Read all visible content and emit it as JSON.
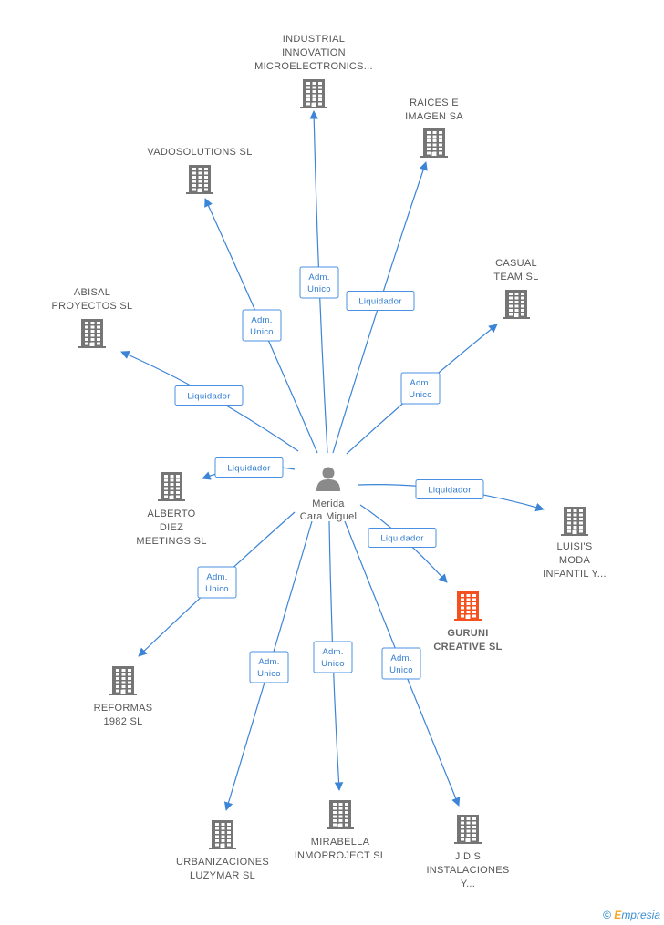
{
  "center": {
    "id": "merida",
    "label_lines": [
      "Merida",
      "Cara Miguel"
    ]
  },
  "nodes": [
    {
      "id": "industrial",
      "label_lines": [
        "INDUSTRIAL",
        "INNOVATION",
        "MICROELECTRONICS..."
      ],
      "highlight": false
    },
    {
      "id": "raices",
      "label_lines": [
        "RAICES E",
        "IMAGEN SA"
      ],
      "highlight": false
    },
    {
      "id": "vadosolutions",
      "label_lines": [
        "VADOSOLUTIONS SL"
      ],
      "highlight": false
    },
    {
      "id": "casual",
      "label_lines": [
        "CASUAL",
        "TEAM SL"
      ],
      "highlight": false
    },
    {
      "id": "abisal",
      "label_lines": [
        "ABISAL",
        "PROYECTOS SL"
      ],
      "highlight": false
    },
    {
      "id": "alberto",
      "label_lines": [
        "ALBERTO",
        "DIEZ",
        "MEETINGS SL"
      ],
      "highlight": false
    },
    {
      "id": "luisis",
      "label_lines": [
        "LUISI'S",
        "MODA",
        "INFANTIL Y..."
      ],
      "highlight": false
    },
    {
      "id": "guruni",
      "label_lines": [
        "GURUNI",
        "CREATIVE SL"
      ],
      "highlight": true
    },
    {
      "id": "reformas",
      "label_lines": [
        "REFORMAS",
        "1982  SL"
      ],
      "highlight": false
    },
    {
      "id": "urbanizaciones",
      "label_lines": [
        "URBANIZACIONES",
        "LUZYMAR SL"
      ],
      "highlight": false
    },
    {
      "id": "mirabella",
      "label_lines": [
        "MIRABELLA",
        "INMOPROJECT SL"
      ],
      "highlight": false
    },
    {
      "id": "jds",
      "label_lines": [
        "J D S",
        "INSTALACIONES",
        "Y..."
      ],
      "highlight": false
    }
  ],
  "edges": [
    {
      "to": "industrial",
      "label_lines": [
        "Adm.",
        "Unico"
      ]
    },
    {
      "to": "raices",
      "label_lines": [
        "Liquidador"
      ]
    },
    {
      "to": "vadosolutions",
      "label_lines": [
        "Adm.",
        "Unico"
      ]
    },
    {
      "to": "casual",
      "label_lines": [
        "Adm.",
        "Unico"
      ]
    },
    {
      "to": "abisal",
      "label_lines": [
        "Liquidador"
      ]
    },
    {
      "to": "alberto",
      "label_lines": [
        "Liquidador"
      ]
    },
    {
      "to": "luisis",
      "label_lines": [
        "Liquidador"
      ]
    },
    {
      "to": "guruni",
      "label_lines": [
        "Liquidador"
      ]
    },
    {
      "to": "reformas",
      "label_lines": [
        "Adm.",
        "Unico"
      ]
    },
    {
      "to": "urbanizaciones",
      "label_lines": [
        "Adm.",
        "Unico"
      ]
    },
    {
      "to": "mirabella",
      "label_lines": [
        "Adm.",
        "Unico"
      ]
    },
    {
      "to": "jds",
      "label_lines": [
        "Adm.",
        "Unico"
      ]
    }
  ],
  "colors": {
    "building": "#757575",
    "building_highlight": "#f4511e",
    "person": "#8a8a8a",
    "edge": "#3c84d6"
  },
  "footer": {
    "copyright_symbol": "©",
    "brand_first": "E",
    "brand_rest": "mpresia"
  }
}
